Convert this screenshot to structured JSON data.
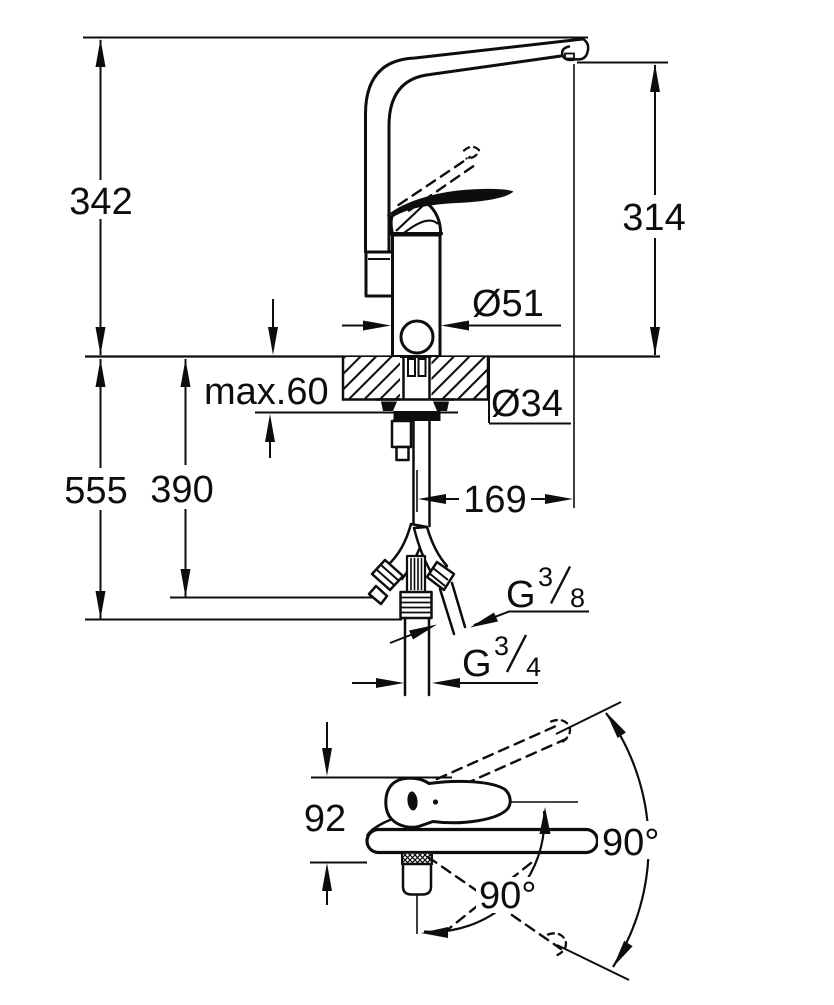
{
  "side_view": {
    "height_total": "342",
    "height_spout_outlet": "314",
    "spout_reach": "169",
    "body_diameter": "Ø51",
    "deck_max_thickness": "max.60",
    "hole_diameter": "Ø34",
    "height_to_hose_ends": "555",
    "height_to_hose_connection": "390",
    "hose_thread": {
      "letter": "G",
      "numerator": "3",
      "denominator": "8"
    },
    "shank_thread": {
      "letter": "G",
      "numerator": "3",
      "denominator": "4"
    }
  },
  "top_view": {
    "handle_depth": "92",
    "handle_swing_angle": "90°",
    "spout_swivel_angle": "90°"
  }
}
